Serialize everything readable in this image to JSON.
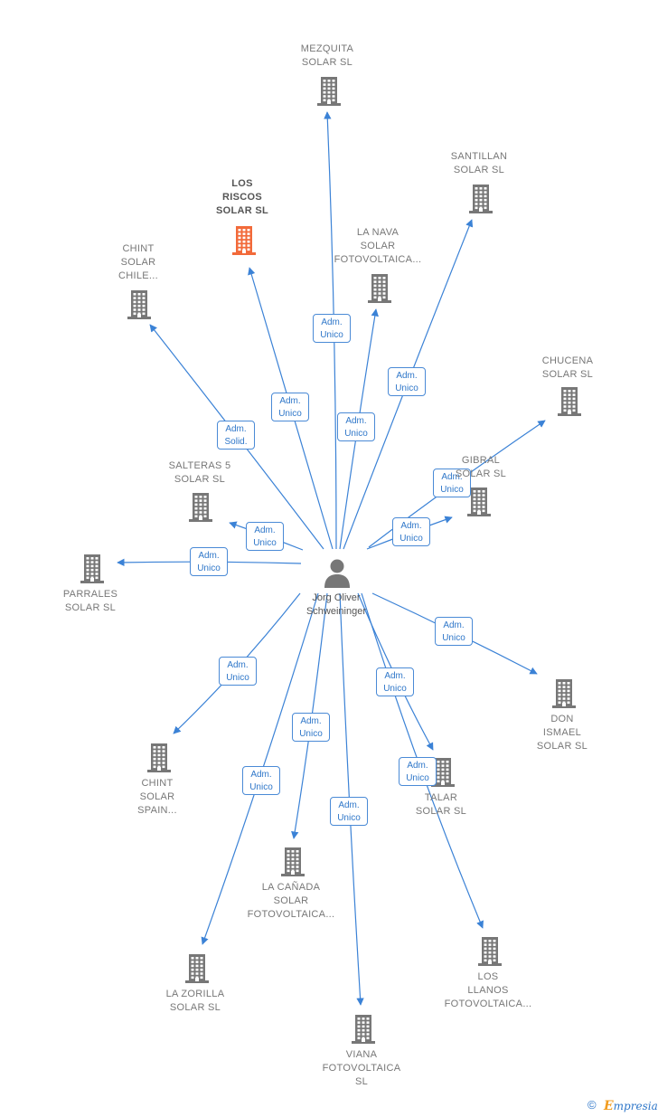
{
  "center_person": {
    "name": "Jorg Oliver\nSchweininger"
  },
  "companies": [
    {
      "id": "mezquita",
      "name": "MEZQUITA\nSOLAR  SL",
      "role": "Adm.\nUnico",
      "highlight": false
    },
    {
      "id": "santillan",
      "name": "SANTILLAN\nSOLAR  SL",
      "role": "Adm.\nUnico",
      "highlight": false
    },
    {
      "id": "los-riscos",
      "name": "LOS\nRISCOS\nSOLAR  SL",
      "role": "Adm.\nUnico",
      "highlight": true
    },
    {
      "id": "la-nava",
      "name": "LA NAVA\nSOLAR\nFOTOVOLTAICA...",
      "role": "Adm.\nUnico",
      "highlight": false
    },
    {
      "id": "chint-chile",
      "name": "CHINT\nSOLAR\nCHILE...",
      "role": "Adm.\nSolid.",
      "highlight": false
    },
    {
      "id": "chucena",
      "name": "CHUCENA\nSOLAR  SL",
      "role": "Adm.\nUnico",
      "highlight": false
    },
    {
      "id": "gibral",
      "name": "GIBRAL\nSOLAR  SL",
      "role": "Adm.\nUnico",
      "highlight": false
    },
    {
      "id": "salteras",
      "name": "SALTERAS 5\nSOLAR  SL",
      "role": "Adm.\nUnico",
      "highlight": false
    },
    {
      "id": "parrales",
      "name": "PARRALES\nSOLAR  SL",
      "role": "Adm.\nUnico",
      "highlight": false
    },
    {
      "id": "don-ismael",
      "name": "DON\nISMAEL\nSOLAR  SL",
      "role": "Adm.\nUnico",
      "highlight": false
    },
    {
      "id": "chint-spain",
      "name": "CHINT\nSOLAR\nSPAIN...",
      "role": "Adm.\nUnico",
      "highlight": false
    },
    {
      "id": "talar",
      "name": "TALAR\nSOLAR  SL",
      "role": "Adm.\nUnico",
      "highlight": false
    },
    {
      "id": "la-canada",
      "name": "LA CAÑADA\nSOLAR\nFOTOVOLTAICA...",
      "role": "Adm.\nUnico",
      "highlight": false
    },
    {
      "id": "los-llanos",
      "name": "LOS\nLLANOS\nFOTOVOLTAICA...",
      "role": "Adm.\nUnico",
      "highlight": false
    },
    {
      "id": "la-zorilla",
      "name": "LA ZORILLA\nSOLAR  SL",
      "role": "Adm.\nUnico",
      "highlight": false
    },
    {
      "id": "viana",
      "name": "VIANA\nFOTOVOLTAICA\nSL",
      "role": "Adm.\nUnico",
      "highlight": false
    }
  ],
  "colors": {
    "edge": "#3b82d6",
    "building": "#777777",
    "building_highlight": "#f26a3a",
    "person": "#777777"
  },
  "footer": {
    "copyright": "©",
    "brand_initial": "E",
    "brand_rest": "mpresia"
  }
}
